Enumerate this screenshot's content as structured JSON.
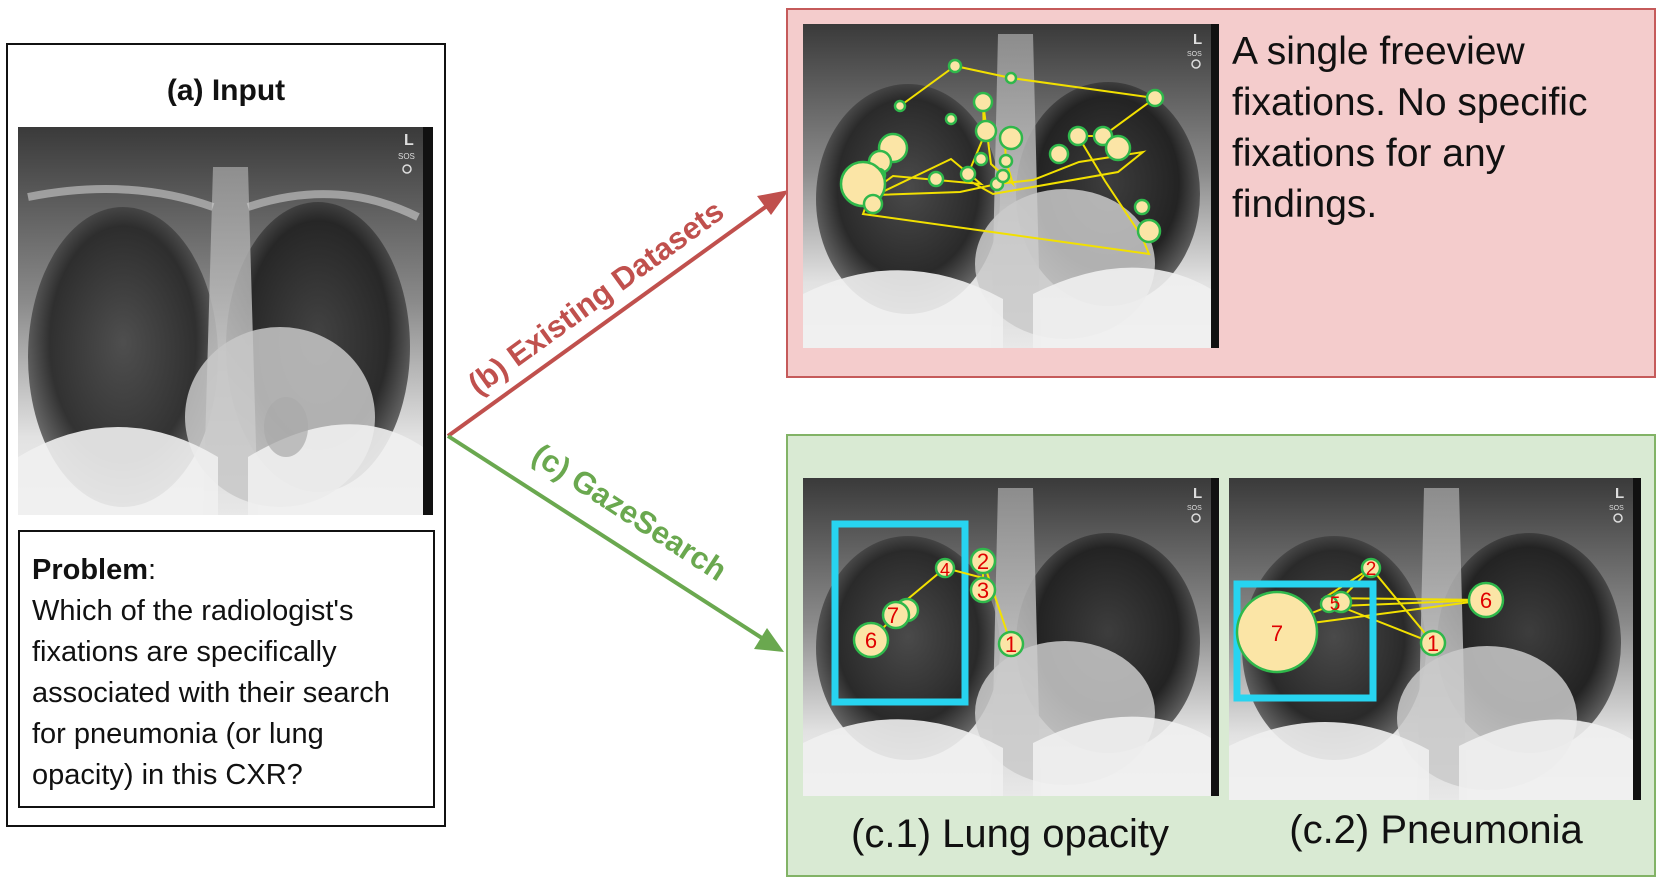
{
  "input": {
    "title": "(a) Input",
    "problem_label": "Problem",
    "problem_colon": ":",
    "problem_text": "Which of the radiologist's fixations are specifically associated with their search for pneumonia (or lung opacity) in this CXR?"
  },
  "xray_marker": {
    "letter": "L",
    "code": "SOS"
  },
  "arrows": {
    "existing_label": "(b) Existing Datasets",
    "existing_color": "#c0504d",
    "gaze_label": "(c) GazeSearch",
    "gaze_color": "#6aa84f"
  },
  "existing": {
    "description": "A single freeview fixations. No specific fixations for any findings."
  },
  "gaze": {
    "caption_c1": "(c.1) Lung opacity",
    "caption_c2": "(c.2) Pneumonia",
    "c1_labels": [
      "1",
      "2",
      "3",
      "4",
      "6",
      "7"
    ],
    "c2_labels": [
      "1",
      "2",
      "5",
      "6",
      "7"
    ]
  },
  "colors": {
    "fixation_fill": "#fbe5a6",
    "fixation_stroke": "#2fb84b",
    "scanpath": "#f2e000",
    "bbox": "#27d4f0",
    "fixation_number": "#e00000"
  }
}
